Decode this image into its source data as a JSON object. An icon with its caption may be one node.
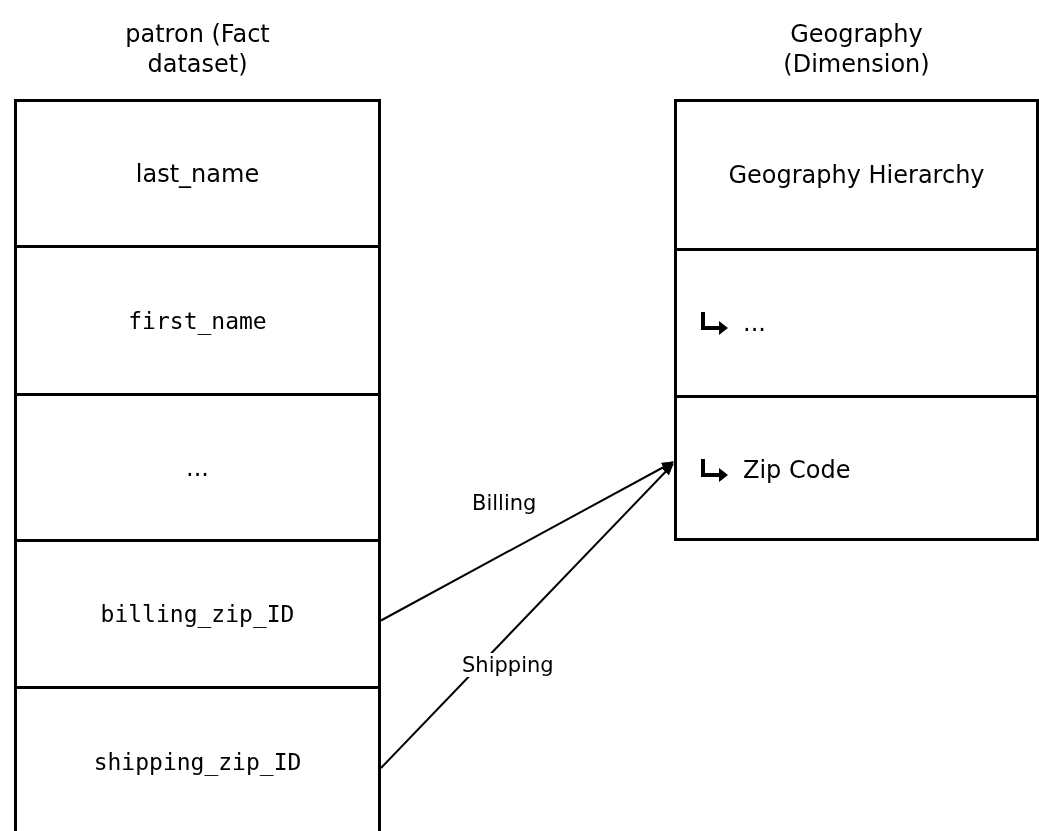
{
  "diagram": {
    "nodes": [
      {
        "text": [
          "patron (Fact dataset)"
        ]
      },
      {
        "text": [
          "last_name"
        ],
        "in": 0
      },
      {
        "text": [
          "first_name"
        ],
        "in": 0
      },
      {
        "text": [
          "..."
        ],
        "in": 0
      },
      {
        "text": [
          "billing_zip_ID"
        ],
        "in": 0
      },
      {
        "text": [
          "shipping_zip_ID"
        ],
        "in": 0
      },
      {
        "text": [
          "Geography (Dimension)"
        ]
      },
      {
        "text": [
          "Geography Hierarchy"
        ],
        "in": 6
      },
      {
        "text": [
          "..."
        ],
        "in": 6
      },
      {
        "text": [
          "Zip Code"
        ],
        "in": 6
      }
    ],
    "edges": [
      {
        "from": 4,
        "to": 9,
        "arrow": "to",
        "label": "Billing"
      },
      {
        "from": 5,
        "to": 9,
        "arrow": "to",
        "label": "Shipping"
      }
    ]
  }
}
